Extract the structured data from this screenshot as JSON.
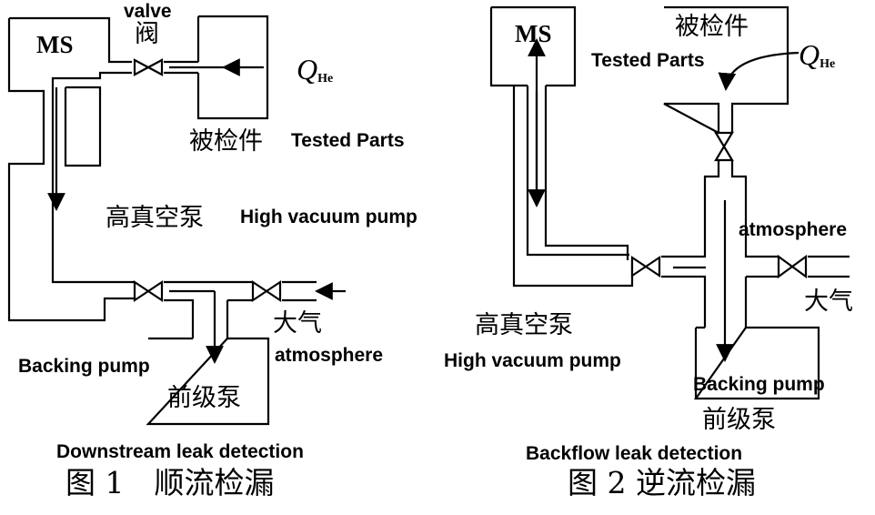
{
  "figure1": {
    "ms": "MS",
    "valve_en": "valve",
    "valve_cn": "阀",
    "q_symbol": "Q",
    "q_subscript": "He",
    "tested_parts_cn": "被检件",
    "tested_parts_en": "Tested Parts",
    "high_vacuum_pump_cn": "高真空泵",
    "high_vacuum_pump_en": "High vacuum pump",
    "atmosphere_cn": "大气",
    "atmosphere_en": "atmosphere",
    "backing_pump_en": "Backing pump",
    "backing_pump_cn": "前级泵",
    "caption_en": "Downstream leak detection",
    "caption_cn": "图 1　顺流检漏"
  },
  "figure2": {
    "ms": "MS",
    "tested_parts_cn": "被检件",
    "tested_parts_en": "Tested Parts",
    "q_symbol": "Q",
    "q_subscript": "He",
    "atmosphere_en": "atmosphere",
    "atmosphere_cn": "大气",
    "high_vacuum_pump_cn": "高真空泵",
    "high_vacuum_pump_en": "High vacuum pump",
    "backing_pump_en": "Backing pump",
    "backing_pump_cn": "前级泵",
    "caption_en": "Backflow leak detection",
    "caption_cn": "图 2 逆流检漏"
  }
}
